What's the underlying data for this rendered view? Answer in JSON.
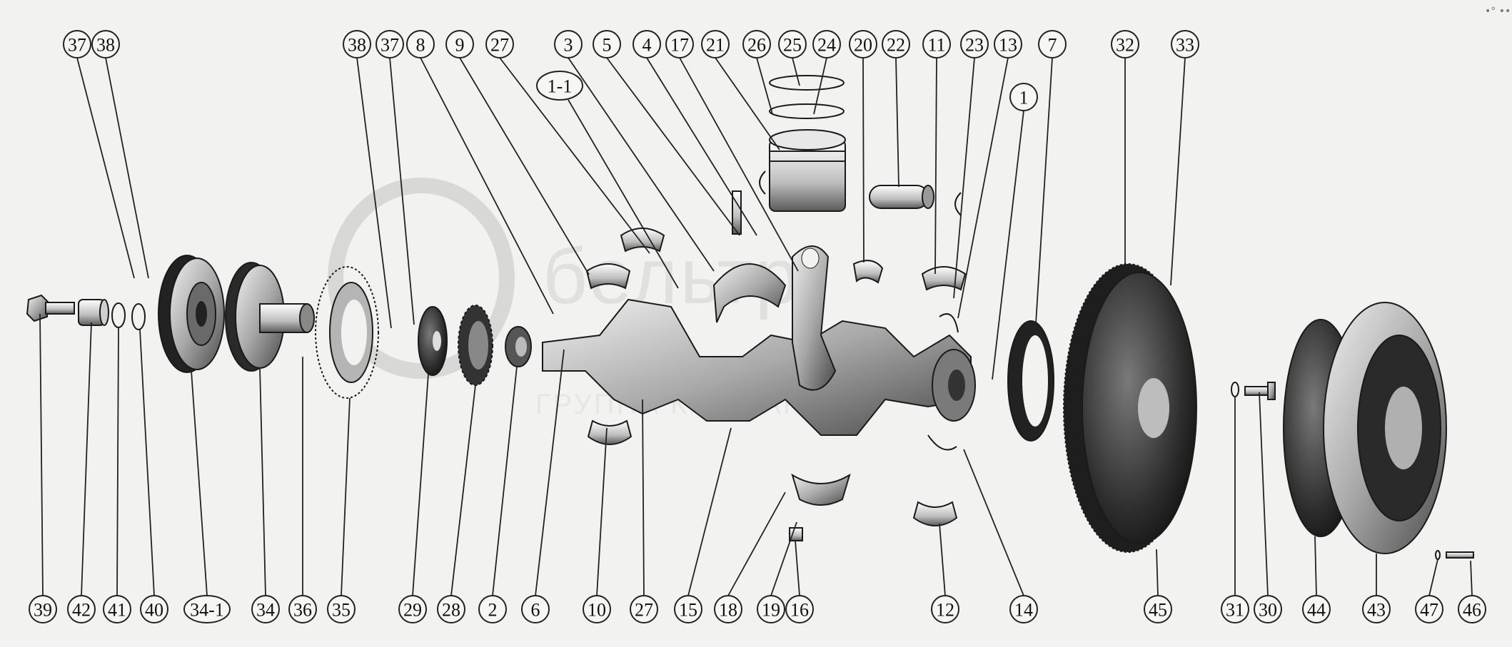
{
  "watermark": {
    "logo_text": "бельтр",
    "caption": "ГРУППА КОМПАНИЙ"
  },
  "corner_mark": "•° •••",
  "section_label": "1-1",
  "callouts_top": [
    "37",
    "38",
    "38",
    "37",
    "8",
    "9",
    "27",
    "3",
    "5",
    "4",
    "17",
    "21",
    "26",
    "25",
    "24",
    "20",
    "22",
    "11",
    "23",
    "13",
    "7",
    "32",
    "33",
    "1"
  ],
  "callouts_bottom": [
    "39",
    "42",
    "41",
    "40",
    "34-1",
    "34",
    "36",
    "35",
    "29",
    "28",
    "2",
    "6",
    "10",
    "27",
    "15",
    "18",
    "19",
    "16",
    "12",
    "14",
    "45",
    "31",
    "30",
    "44",
    "43",
    "47",
    "46"
  ],
  "colors": {
    "ink": "#1a1a1a",
    "part_light": "#d8d8d8",
    "part_mid": "#9a9a9a",
    "part_dark": "#3a3a3a",
    "background": "#f2f2f0"
  }
}
